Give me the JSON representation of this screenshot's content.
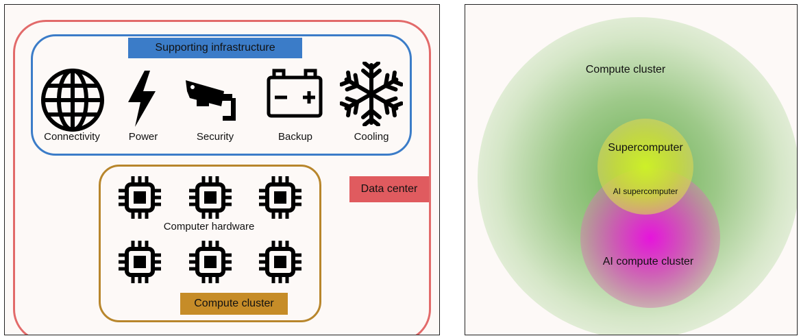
{
  "left_panel": {
    "data_center_label": "Data center",
    "infrastructure": {
      "title": "Supporting infrastructure",
      "items": [
        {
          "label": "Connectivity",
          "icon": "globe-icon"
        },
        {
          "label": "Power",
          "icon": "lightning-bolt-icon"
        },
        {
          "label": "Security",
          "icon": "security-camera-icon"
        },
        {
          "label": "Backup",
          "icon": "battery-icon"
        },
        {
          "label": "Cooling",
          "icon": "snowflake-icon"
        }
      ]
    },
    "compute_cluster": {
      "title": "Compute cluster",
      "hardware_label": "Computer hardware",
      "chip_icon": "microchip-icon",
      "chip_count": 6
    }
  },
  "right_panel": {
    "labels": {
      "compute_cluster": "Compute cluster",
      "supercomputer": "Supercomputer",
      "ai_supercomputer": "AI supercomputer",
      "ai_compute_cluster": "AI compute cluster"
    }
  },
  "colors": {
    "data_center": "#e05b5f",
    "infrastructure": "#3b7cc8",
    "compute_cluster": "#c68c28",
    "cluster_green": "#5faa46",
    "supercomputer_yellow": "#cdf028",
    "ai_magenta": "#e614dc"
  }
}
